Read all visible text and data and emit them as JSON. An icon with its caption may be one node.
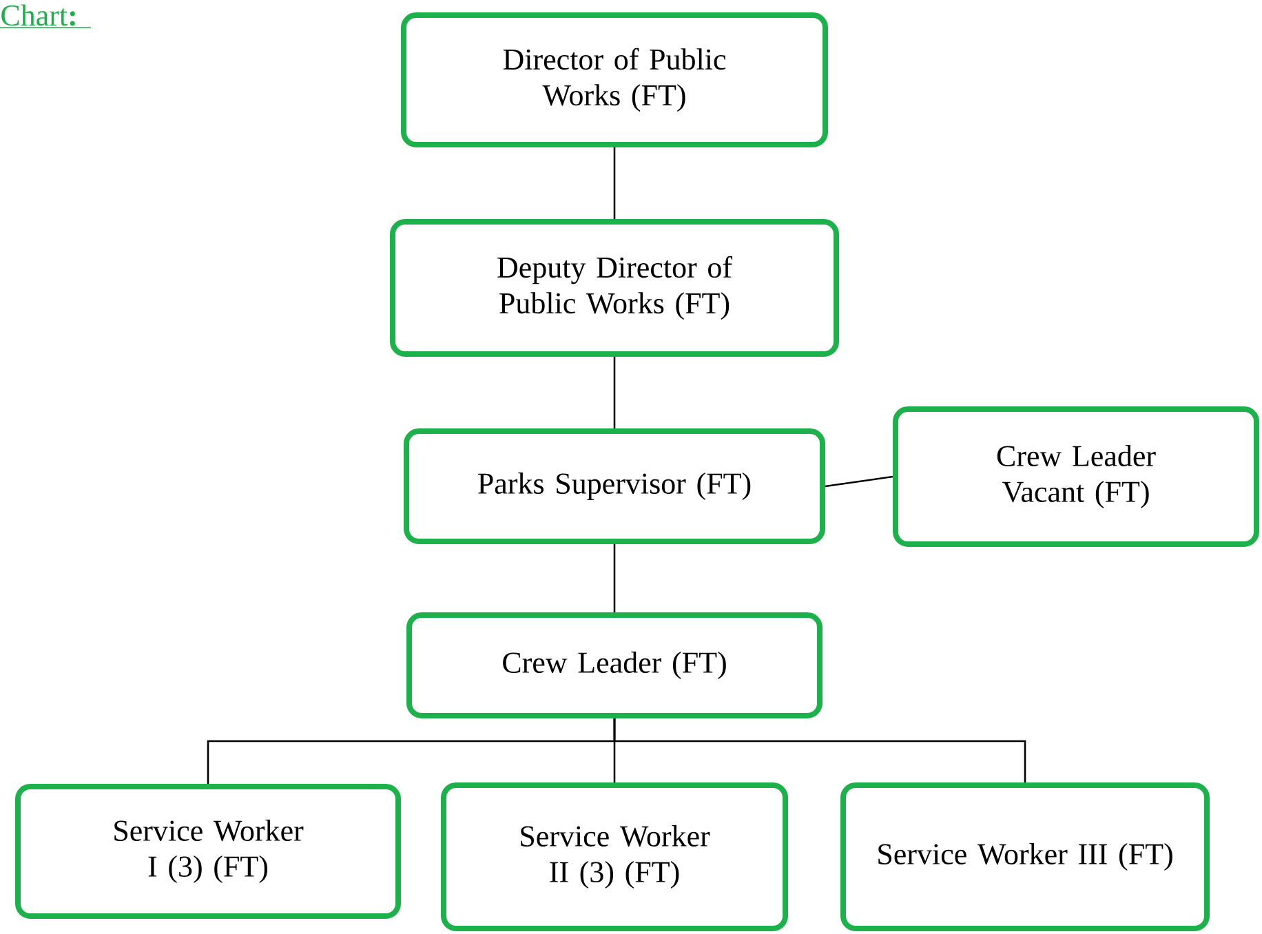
{
  "diagram": {
    "nodes": [
      {
        "text": [
          "Director of Public Works (FT)"
        ]
      },
      {
        "text": [
          "Deputy Director of Public Works (FT)"
        ]
      },
      {
        "text": [
          "Parks Supervisor (FT)"
        ]
      },
      {
        "text": [
          "Crew Leader Vacant (FT)"
        ]
      },
      {
        "text": [
          "Crew Leader (FT)"
        ]
      },
      {
        "text": [
          "Service Worker I (3) (FT)"
        ]
      },
      {
        "text": [
          "Service Worker II (3) (FT)"
        ]
      },
      {
        "text": [
          "Service Worker III (FT)"
        ]
      }
    ],
    "edges": [
      {
        "from": 0,
        "to": 1,
        "arrow": "none"
      },
      {
        "from": 1,
        "to": 2,
        "arrow": "none"
      },
      {
        "from": 2,
        "to": 3,
        "arrow": "none"
      },
      {
        "from": 2,
        "to": 4,
        "arrow": "none"
      },
      {
        "from": 4,
        "to": 5,
        "arrow": "none"
      },
      {
        "from": 4,
        "to": 6,
        "arrow": "none"
      },
      {
        "from": 4,
        "to": 7,
        "arrow": "none"
      }
    ],
    "labels": [
      "Chart**:**"
    ]
  }
}
